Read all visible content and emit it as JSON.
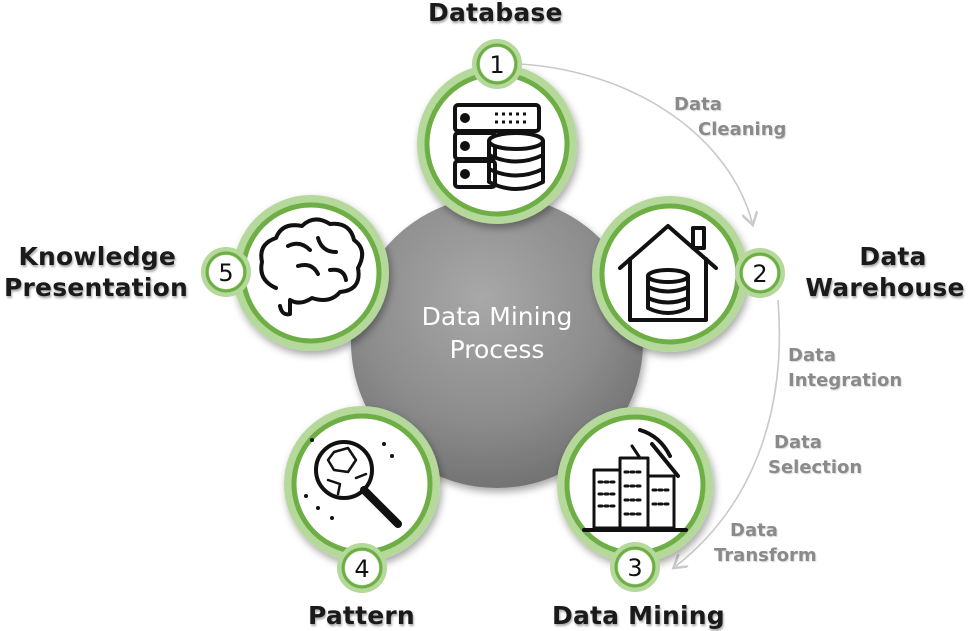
{
  "center": {
    "line1": "Data Mining",
    "line2": "Process"
  },
  "nodes": [
    {
      "number": "1",
      "title_line1": "Database",
      "title_line2": "",
      "icon": "database-server-icon"
    },
    {
      "number": "2",
      "title_line1": "Data",
      "title_line2": "Warehouse",
      "icon": "house-database-icon"
    },
    {
      "number": "3",
      "title_line1": "Data Mining",
      "title_line2": "",
      "icon": "mining-pickaxe-icon"
    },
    {
      "number": "4",
      "title_line1": "Pattern",
      "title_line2": "",
      "icon": "magnifier-pattern-icon"
    },
    {
      "number": "5",
      "title_line1": "Knowledge",
      "title_line2": "Presentation",
      "icon": "brain-icon"
    }
  ],
  "steps": [
    {
      "line1": "Data",
      "line2": "Cleaning"
    },
    {
      "line1": "Data",
      "line2": "Integration"
    },
    {
      "line1": "Data",
      "line2": "Selection"
    },
    {
      "line1": "Data",
      "line2": "Transform"
    }
  ],
  "colors": {
    "ring_green": "#6dae45",
    "ring_light": "#b5d89b",
    "center_gray": "#8c8c8c",
    "arrow_gray": "#c9c9c9"
  }
}
